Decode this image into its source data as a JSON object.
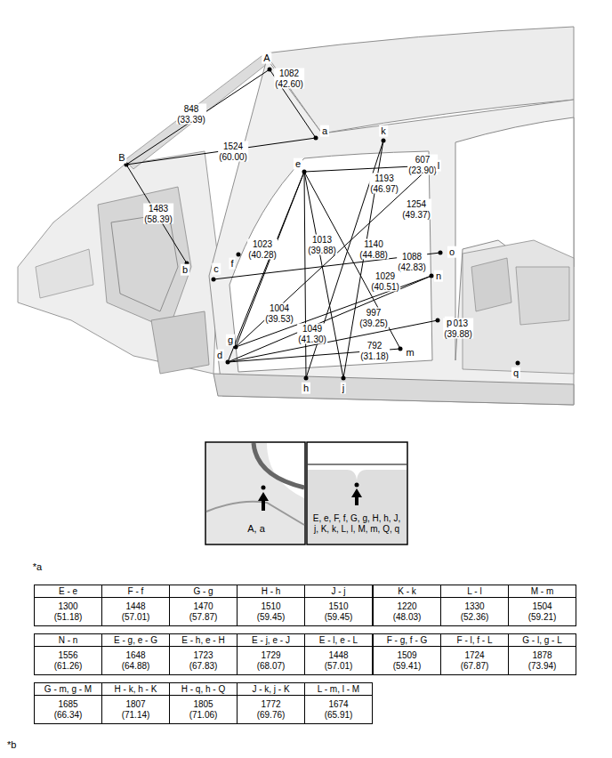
{
  "diagram": {
    "labels": [
      "A",
      "a",
      "848 (33.39)",
      "1082 (42.60)",
      "B",
      "1524 (60.00)",
      "k",
      "e",
      "607 (23.90)",
      "l",
      "1193 (46.97)",
      "1483 (58.39)",
      "1254 (49.37)",
      "1023 (40.28)",
      "1013 (39.88)",
      "1140 (44.88)",
      "1088 (42.83)",
      "o",
      "b",
      "c",
      "f",
      "1029 (40.51)",
      "n",
      "1004 (39.53)",
      "997 (39.25)",
      "1013 (39.88)",
      "p",
      "1049 (41.30)",
      "g",
      "792 (31.18)",
      "m",
      "d",
      "q",
      "h",
      "j",
      "A, a",
      "E, e, F, f, G, g, H, h, J, j, K, k, L, l, M, m, Q, q",
      "*a",
      "E - e",
      "F - f",
      "G - g",
      "H - h",
      "J - j",
      "K - k",
      "L - l",
      "M - m",
      "1300 (51.18)",
      "1448 (57.01)",
      "1470 (57.87)",
      "1510 (59.45)",
      "1510 (59.45)",
      "1220 (48.03)",
      "1330 (52.36)",
      "1504 (59.21)",
      "N - n",
      "E - g, e - G",
      "E - h, e - H",
      "E - j, e - J",
      "E - l, e - L",
      "F - g, f - G",
      "F - l, f - L",
      "G - l, g - L",
      "1556 (61.26)",
      "1648 (64.88)",
      "1723 (67.83)",
      "1729 (68.07)",
      "1448 (57.01)",
      "1509 (59.41)",
      "1724 (67.87)",
      "1878 (73.94)",
      "G - m, g - M",
      "H - k, h - K",
      "H - q, h - Q",
      "J - k, j - K",
      "L - m, l - M",
      "1685 (66.34)",
      "1807 (71.14)",
      "1805 (71.06)",
      "1772 (69.76)",
      "1674 (65.91)",
      "*b"
    ]
  }
}
